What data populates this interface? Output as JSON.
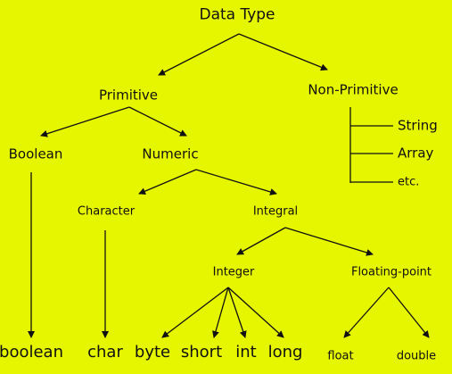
{
  "nodes": {
    "data_type": "Data Type",
    "primitive": "Primitive",
    "non_primitive": "Non-Primitive",
    "string": "String",
    "array": "Array",
    "etc": "etc.",
    "boolean_cat": "Boolean",
    "numeric": "Numeric",
    "character": "Character",
    "integral": "Integral",
    "integer": "Integer",
    "floating_point": "Floating-point",
    "boolean": "boolean",
    "char": "char",
    "byte": "byte",
    "short": "short",
    "int": "int",
    "long": "long",
    "float": "float",
    "double": "double"
  },
  "colors": {
    "background": "#e6f500",
    "ink": "#111111"
  }
}
